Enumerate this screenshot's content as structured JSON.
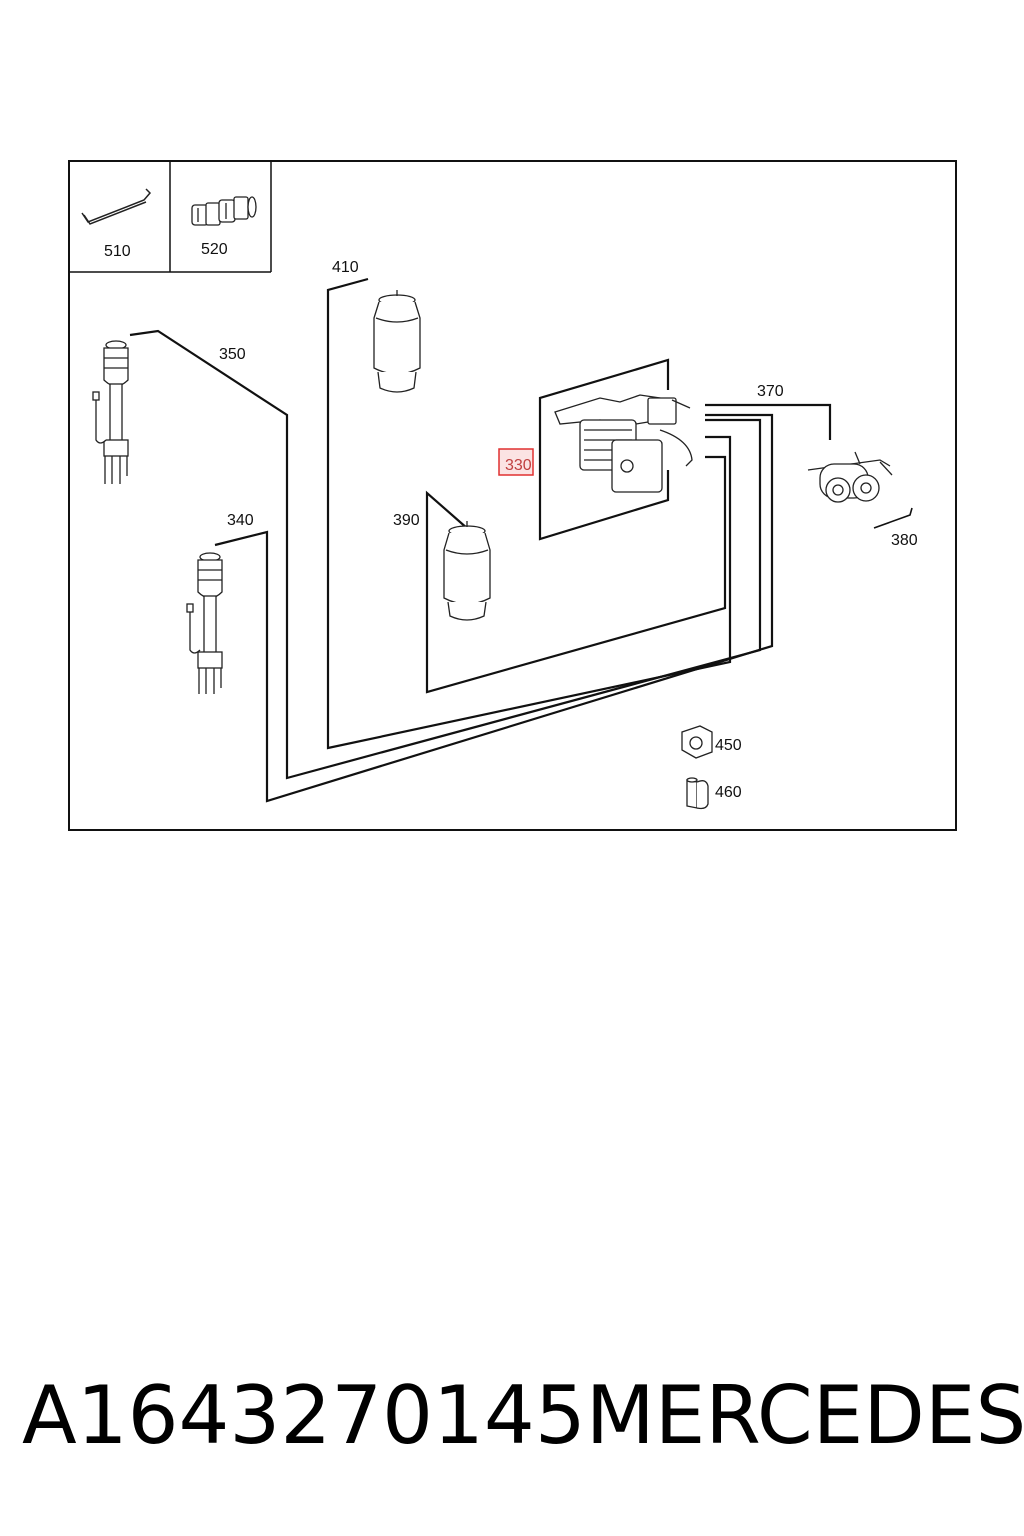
{
  "parts": {
    "p510": "510",
    "p520": "520",
    "p410": "410",
    "p350": "350",
    "p370": "370",
    "p330": "330",
    "p340": "340",
    "p390": "390",
    "p380": "380",
    "p450": "450",
    "p460": "460"
  },
  "highlight": {
    "part": "330",
    "color": "#e03030"
  },
  "caption": {
    "part_number": "A1643270145",
    "brand": "MERCEDES"
  }
}
